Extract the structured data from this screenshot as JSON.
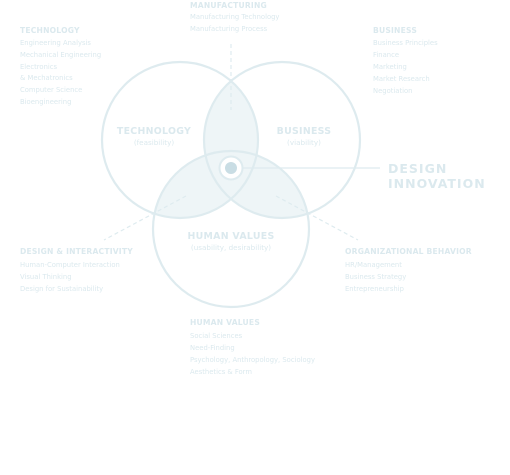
{
  "colors": {
    "ink": "#dbe9ee",
    "stroke": "#deebef",
    "fill": "#eef5f7",
    "dot": "#c9dde4",
    "white": "#ffffff"
  },
  "groups": {
    "manufacturing": {
      "heading": "MANUFACTURING",
      "items": [
        "Manufacturing Technology",
        "Manufacturing Process"
      ]
    },
    "technology": {
      "heading": "TECHNOLOGY",
      "items": [
        "Engineering Analysis",
        "Mechanical Engineering",
        "Electronics",
        "& Mechatronics",
        "Computer Science",
        "Bioengineering"
      ]
    },
    "business": {
      "heading": "BUSINESS",
      "items": [
        "Business Principles",
        "Finance",
        "Marketing",
        "Market Research",
        "Negotiation"
      ]
    },
    "interactivity": {
      "heading": "DESIGN & INTERACTIVITY",
      "items": [
        "Human-Computer Interaction",
        "Visual Thinking",
        "Design for Sustainability"
      ]
    },
    "organizational": {
      "heading": "ORGANIZATIONAL BEHAVIOR",
      "items": [
        "HR/Management",
        "Business Strategy",
        "Entrepreneurship"
      ]
    },
    "humanvalues": {
      "heading": "HUMAN VALUES",
      "items": [
        "Social Sciences",
        "Need-Finding",
        "Psychology, Anthropology, Sociology",
        "Aesthetics & Form"
      ]
    }
  },
  "circles": {
    "technology": {
      "label": "TECHNOLOGY",
      "sub": "(feasibility)"
    },
    "business": {
      "label": "BUSINESS",
      "sub": "(viability)"
    },
    "human": {
      "label": "HUMAN VALUES",
      "sub": "(usability, desirability)"
    }
  },
  "design_innovation": [
    "DESIGN",
    "INNOVATION"
  ]
}
